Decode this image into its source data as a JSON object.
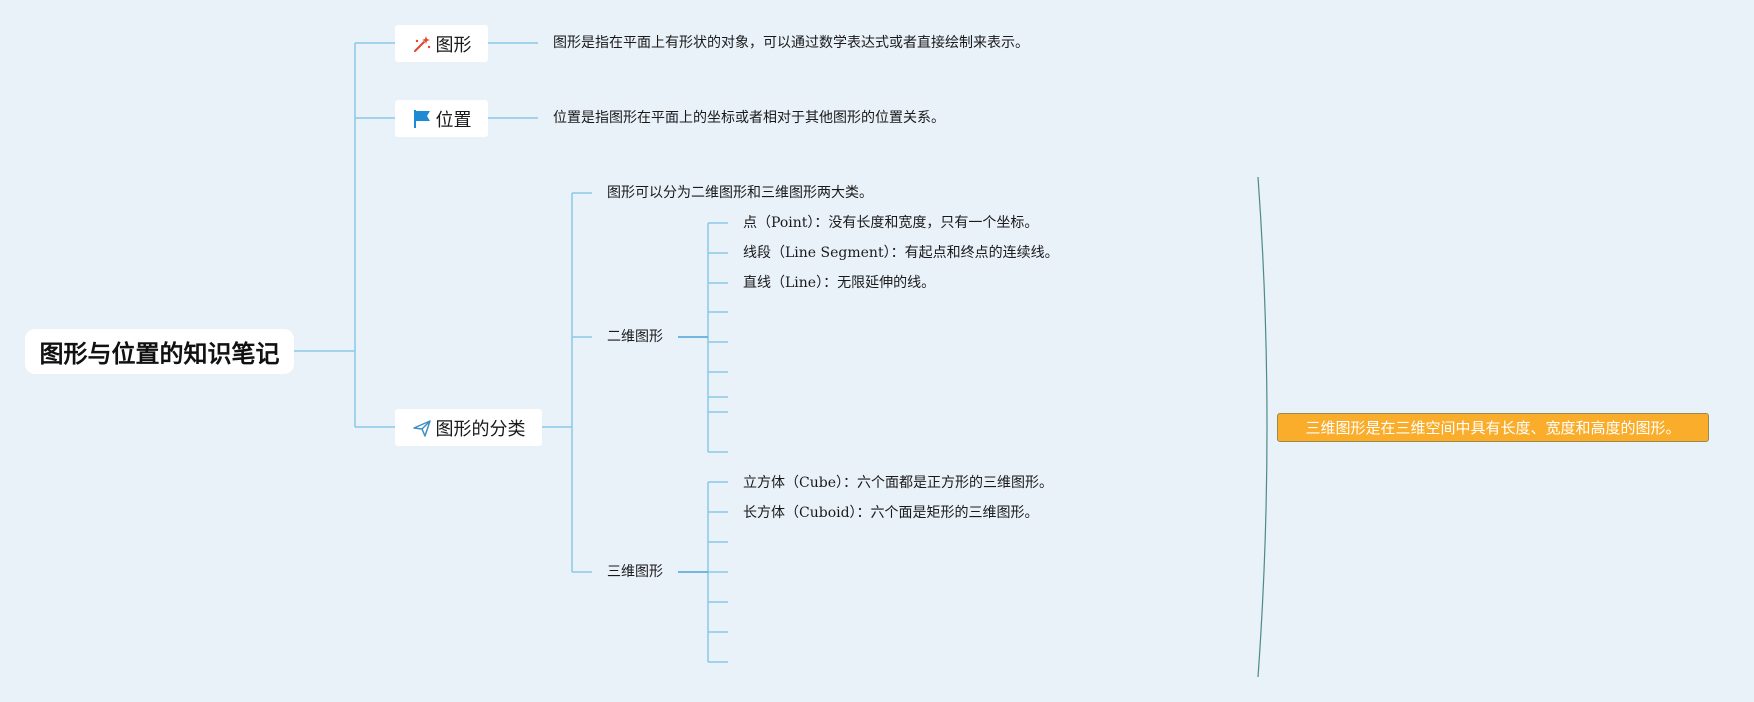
{
  "mindmap": {
    "root": "图形与位置的知识笔记",
    "branches": [
      {
        "label": "图形",
        "icon": "magic-wand-icon",
        "description": "图形是指在平面上有形状的对象，可以通过数学表达式或者直接绘制来表示。"
      },
      {
        "label": "位置",
        "icon": "flag-icon",
        "description": "位置是指图形在平面上的坐标或者相对于其他图形的位置关系。"
      },
      {
        "label": "图形的分类",
        "icon": "paper-plane-icon",
        "intro": "图形可以分为二维图形和三维图形两大类。",
        "groups": [
          {
            "label": "二维图形",
            "items": [
              "点（Point）：没有长度和宽度，只有一个坐标。",
              "线段（Line Segment）：有起点和终点的连续线。",
              "直线（Line）：无限延伸的线。",
              "",
              "",
              "",
              "",
              "",
              ""
            ]
          },
          {
            "label": "三维图形",
            "items": [
              "立方体（Cube）：六个面都是正方形的三维图形。",
              "长方体（Cuboid）：六个面是矩形的三维图形。",
              "",
              "",
              "",
              "",
              ""
            ]
          }
        ]
      }
    ],
    "summary": "三维图形是在三维空间中具有长度、宽度和高度的图形。"
  },
  "colors": {
    "background": "#e9f1f9",
    "line": "#8cc8e8",
    "line_dark": "#4aa3d9",
    "summary_fill": "#f9ad2a",
    "summary_border": "#9a8a50",
    "summary_bracket": "#4a8c88",
    "wand_icon": "#e0452b",
    "flag_icon": "#1f8ad4",
    "plane_icon": "#3d8fc4"
  }
}
